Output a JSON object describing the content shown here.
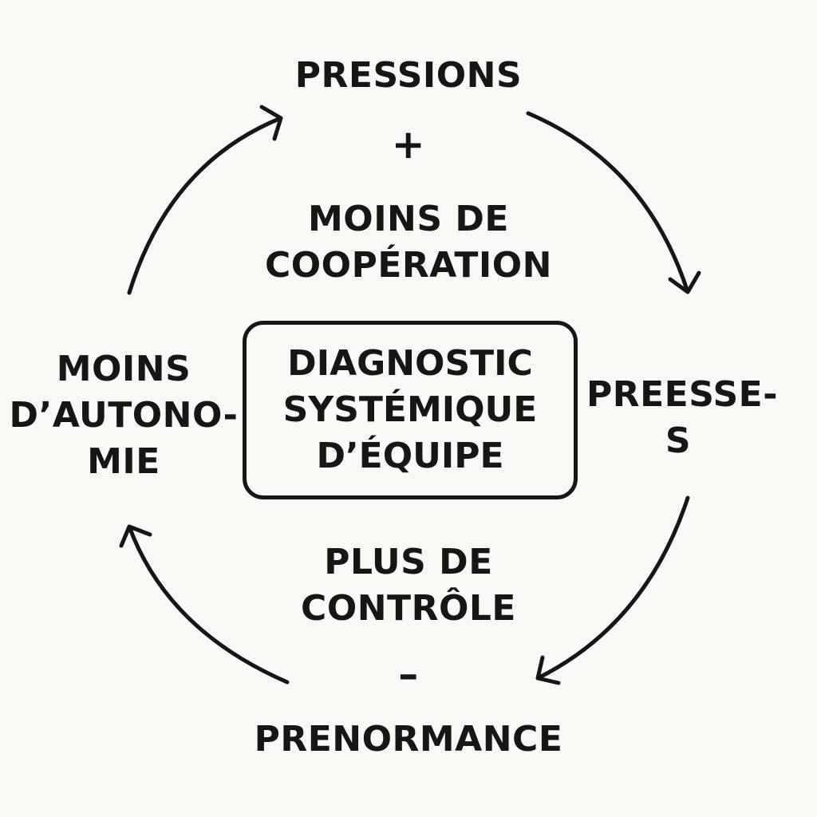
{
  "diagram": {
    "top": {
      "label": "PRESSIONS"
    },
    "plus": "+",
    "top_inner": {
      "line1": "MOINS DE",
      "line2": "COOPÉRATION"
    },
    "center": {
      "line1": "DIAGNOSTIC",
      "line2": "SYSTÉMIQUE",
      "line3": "D’ÉQUIPE"
    },
    "right": {
      "line1": "PREESSE-",
      "line2": "S"
    },
    "left": {
      "line1": "MOINS",
      "line2": "D’AUTONO-",
      "line3": "MIE"
    },
    "bottom_inner": {
      "line1": "PLUS DE",
      "line2": "CONTRÔLE"
    },
    "minus": "–",
    "bottom": {
      "label": "PRENORMANCE"
    }
  },
  "colors": {
    "background": "#f9f8f5",
    "ink": "#161616"
  },
  "arrows": [
    "top-right-arrow",
    "bottom-right-arrow",
    "bottom-left-arrow",
    "top-left-arrow"
  ]
}
